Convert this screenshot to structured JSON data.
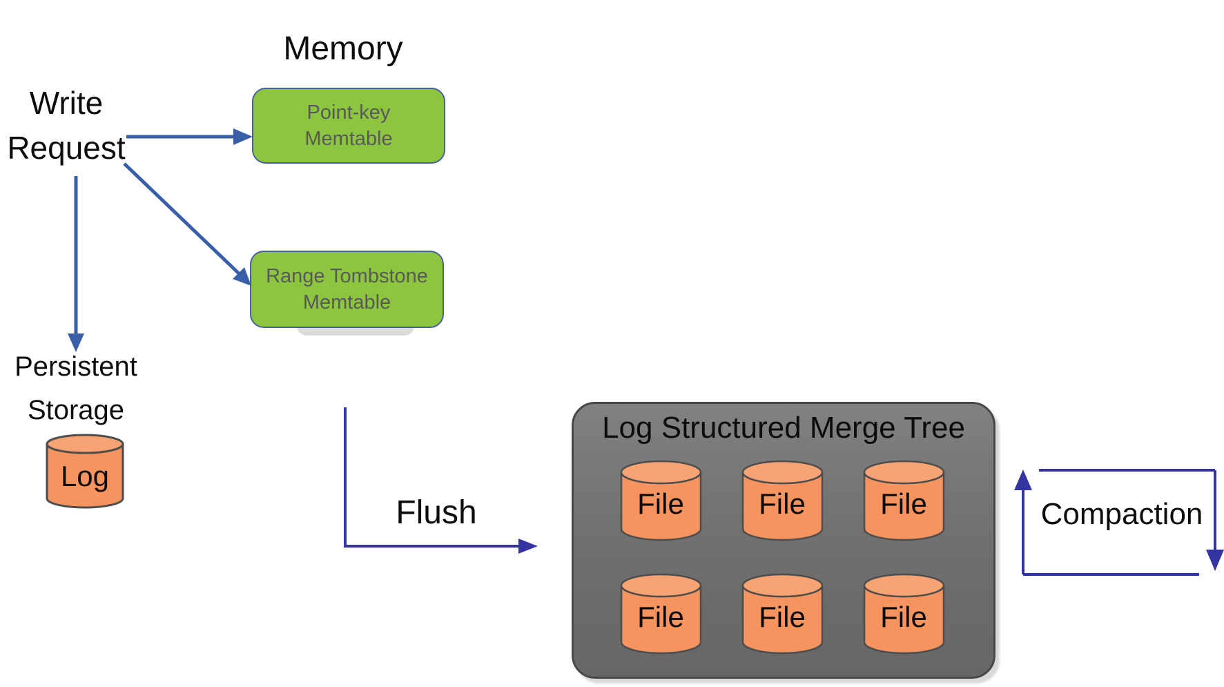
{
  "diagram": {
    "memory_label": "Memory",
    "write_request_lines": [
      "Write",
      "Request"
    ],
    "persistent_storage_lines": [
      "Persistent",
      "Storage"
    ],
    "log_label": "Log",
    "flush_label": "Flush",
    "compaction_label": "Compaction",
    "point_key_memtable_lines": [
      "Point-key",
      "Memtable"
    ],
    "range_tombstone_memtable_lines": [
      "Range Tombstone",
      "Memtable"
    ],
    "lsm_title": "Log Structured Merge Tree",
    "file_labels": [
      "File",
      "File",
      "File",
      "File",
      "File",
      "File"
    ]
  },
  "colors": {
    "write_arrow_blue": "#3A5FA9",
    "flow_arrow_indigo": "#3434A3",
    "memtable_green": "#8CC63F",
    "memtable_border_blue": "#47619E",
    "memtable_text_gray": "#595959",
    "cylinder_orange": "#F5945F",
    "cylinder_top_orange": "#F8A374",
    "cylinder_border_gray": "#4D4D4D",
    "lsm_box_gray": "#737373",
    "lsm_box_border": "#474747",
    "label_text": "#0D0D0D"
  }
}
